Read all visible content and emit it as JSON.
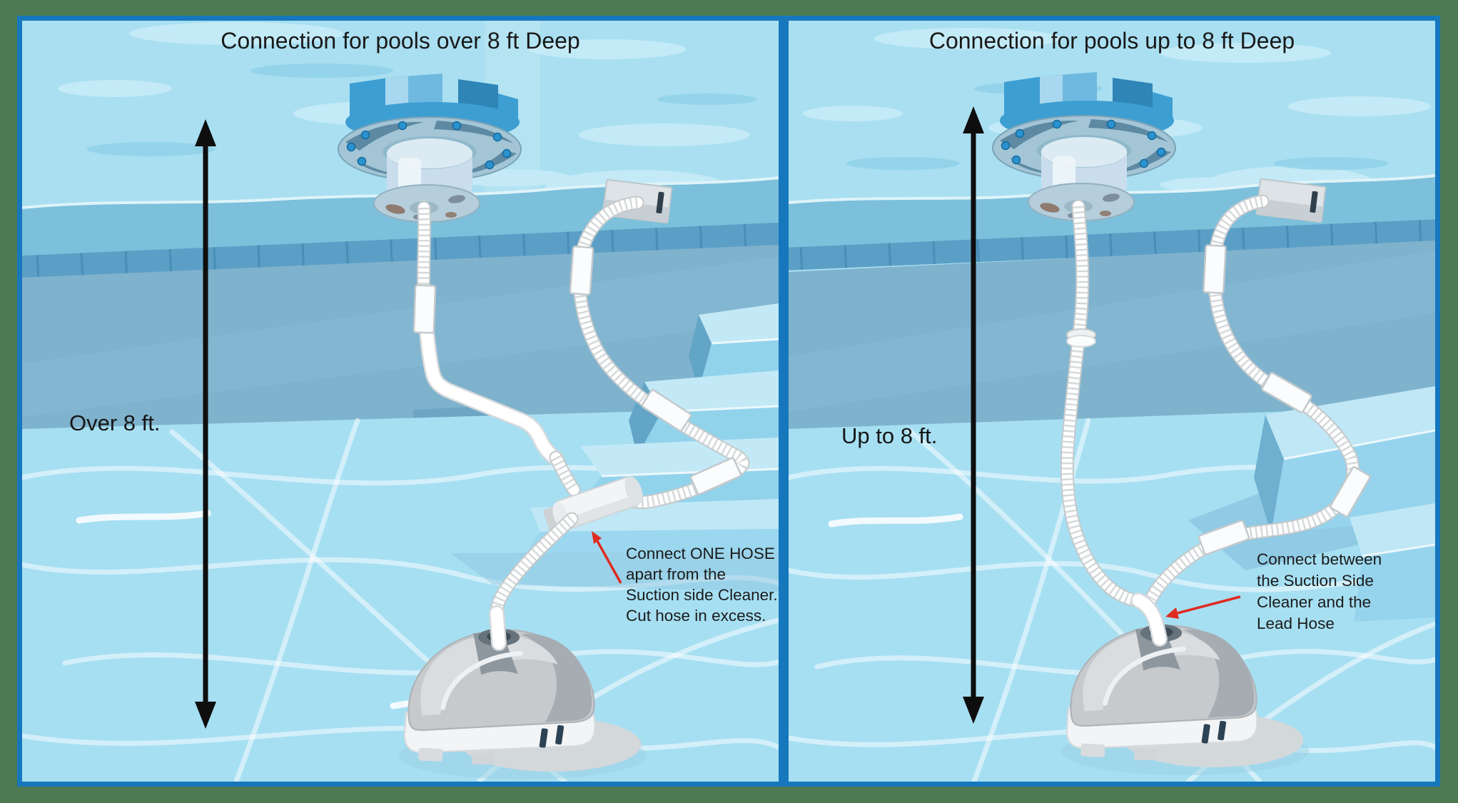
{
  "left_panel": {
    "title": "Connection for pools over 8 ft Deep",
    "depth_label": "Over 8 ft.",
    "annotation_lines": [
      "Connect ONE HOSE",
      "apart from the",
      "Suction side Cleaner.",
      "Cut hose in excess."
    ]
  },
  "right_panel": {
    "title": "Connection for pools up to 8 ft Deep",
    "depth_label": "Up to 8 ft.",
    "annotation_lines": [
      "Connect between",
      "the Suction Side",
      "Cleaner and the",
      "Lead Hose"
    ]
  },
  "colors": {
    "outer_background_green": "#4d7a52",
    "panel_border_blue": "#1777bd",
    "water_surface_light": "#a9dff1",
    "waterline_band": "#7cc0db",
    "tile_band": "#5c9fc6",
    "pool_wall": "#7fb2cd",
    "pool_floor": "#a6dff2",
    "steps_top": "#c3e9f6",
    "steps_front": "#92d3ec",
    "hose_white": "#ffffff",
    "measure_arrow_black": "#0e0e0e",
    "callout_arrow_red": "#e02b20",
    "text_dark": "#1a1a1a"
  }
}
